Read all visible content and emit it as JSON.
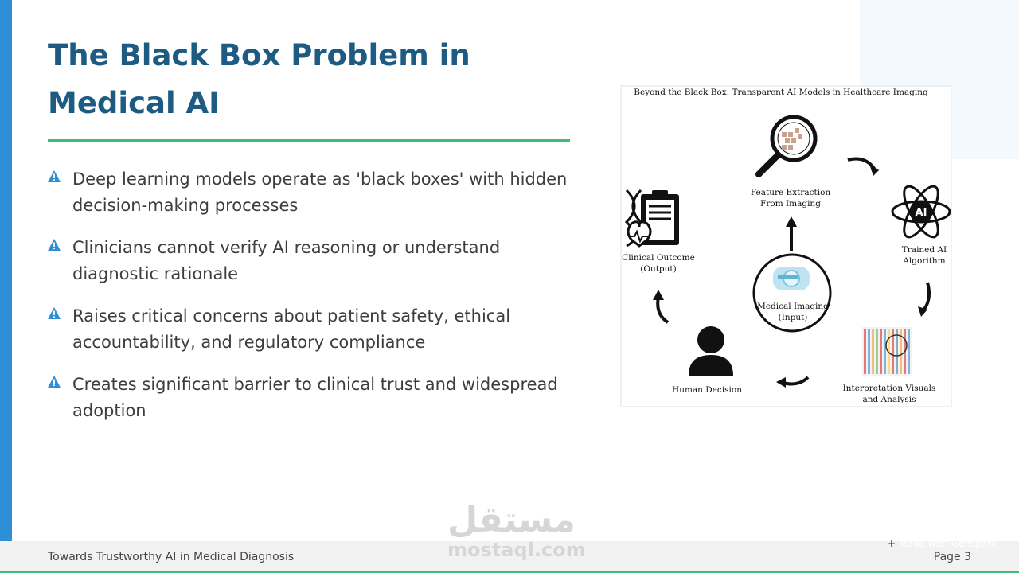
{
  "slide": {
    "title": "The Black Box Problem in Medical AI",
    "bullets": [
      {
        "icon": "warning-icon",
        "text": "Deep learning models operate as 'black boxes' with hidden decision-making processes"
      },
      {
        "icon": "warning-icon",
        "text": "Clinicians cannot verify AI reasoning or understand diagnostic rationale"
      },
      {
        "icon": "warning-icon",
        "text": "Raises critical concerns about patient safety, ethical accountability, and regulatory compliance"
      },
      {
        "icon": "warning-icon",
        "text": "Creates significant barrier to clinical trust and widespread adoption"
      }
    ]
  },
  "figure": {
    "title": "Beyond the Black Box: Transparent AI Models in Healthcare Imaging",
    "nodes": {
      "feature_1": "Feature Extraction",
      "feature_2": "From Imaging",
      "algo_1": "Trained AI",
      "algo_2": "Algorithm",
      "ai_badge": "AI",
      "interp_1": "Interpretation Visuals",
      "interp_2": "and Analysis",
      "human": "Human Decision",
      "outcome_1": "Clinical Outcome",
      "outcome_2": "(Output)",
      "input_1": "Medical Imaging",
      "input_2": "(Input)"
    }
  },
  "footer": {
    "left": "Towards Trustworthy AI in Medical Diagnosis",
    "right": "Page 3",
    "made_with": "Made with Genspark"
  },
  "watermark": {
    "arabic": "مستقل",
    "latin": "mostaql.com"
  },
  "colors": {
    "accent_blue": "#2e8fd6",
    "title": "#1d5b82",
    "rule_green": "#3bbd73"
  }
}
